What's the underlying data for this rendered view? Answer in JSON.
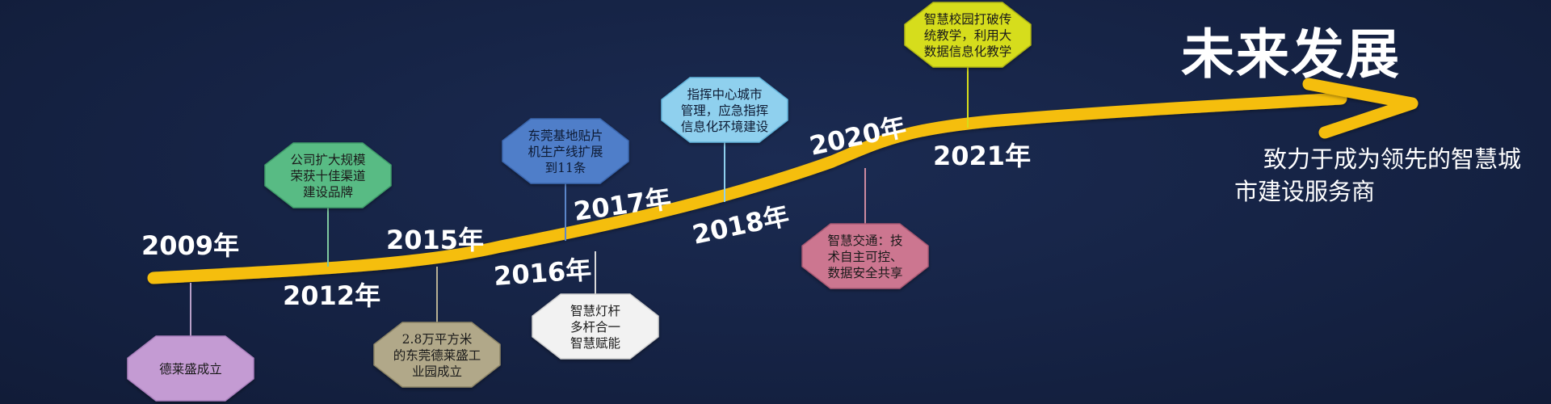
{
  "title": "未来发展",
  "slogan": "致力于成为领先的智慧城市建设服务商",
  "colors": {
    "background": "#152243",
    "timeline": "#f5be0b",
    "text": "#ffffff"
  },
  "milestones": [
    {
      "year": "2009年",
      "event": [
        "德莱盛成立"
      ],
      "fill": "#c49bd3",
      "stroke": "#a97fbc",
      "text_color": "#1a1a1a",
      "line": "#b9a0c8"
    },
    {
      "year": "2012年",
      "event": [
        "公司扩大规模",
        "荣获十佳渠道",
        "建设品牌"
      ],
      "fill": "#58bb84",
      "stroke": "#3f9c6a",
      "text_color": "#1a1a1a",
      "line": "#7fc9a0"
    },
    {
      "year": "2015年",
      "event": [
        "2.8万平方米",
        "的东莞德莱盛工",
        "业园成立"
      ],
      "fill": "#b1a889",
      "stroke": "#8c8466",
      "text_color": "#1a1a1a",
      "line": "#b7b094"
    },
    {
      "year": "2016年",
      "event": [
        "东莞基地贴片",
        "机生产线扩展",
        "到11条"
      ],
      "fill": "#4f7ec9",
      "stroke": "#3a66ad",
      "text_color": "#0d1a33",
      "line": "#5b86c9"
    },
    {
      "year": "2017年",
      "event": [
        "智慧灯杆",
        "多杆合一",
        "智慧赋能"
      ],
      "fill": "#f2f2f2",
      "stroke": "#cfcfcf",
      "text_color": "#1a1a1a",
      "line": "#d9d9d9"
    },
    {
      "year": "2018年",
      "event": [
        "指挥中心城市",
        "管理，应急指挥",
        "信息化环境建设"
      ],
      "fill": "#8fd0ee",
      "stroke": "#62b3da",
      "text_color": "#0d1a33",
      "line": "#8fd0ee"
    },
    {
      "year": "2020年",
      "event": [
        "智慧交通：技",
        "术自主可控、",
        "数据安全共享"
      ],
      "fill": "#cc7690",
      "stroke": "#a85872",
      "text_color": "#1a1a1a",
      "line": "#cc8aa0"
    },
    {
      "year": "2021年",
      "event": [
        "智慧校园打破传",
        "统教学，利用大",
        "数据信息化教学"
      ],
      "fill": "#d6dd1a",
      "stroke": "#aeb412",
      "text_color": "#1a1a1a",
      "line": "#d6dd1a"
    }
  ]
}
